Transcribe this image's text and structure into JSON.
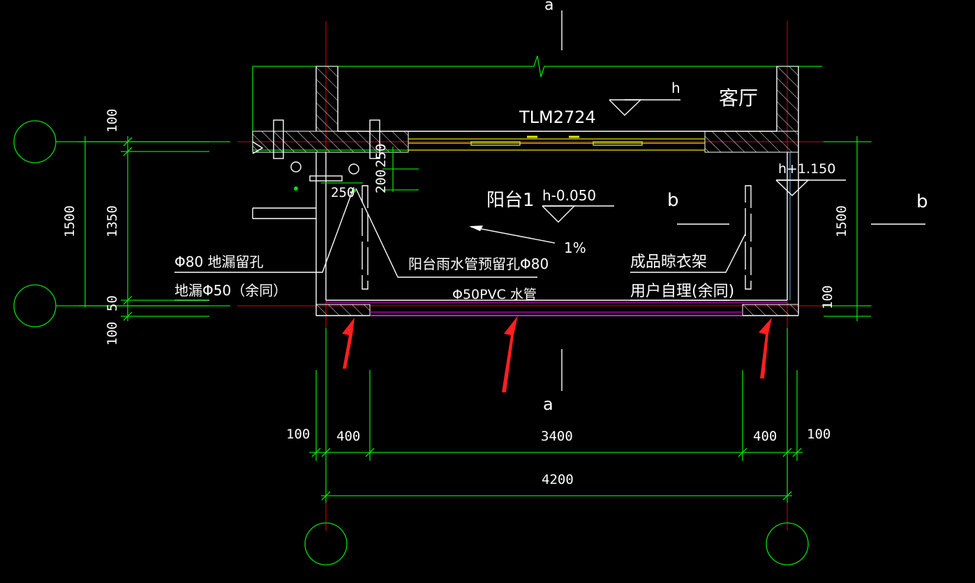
{
  "drawing": {
    "door_code": "TLM2724",
    "living_room": "客厅",
    "balcony": "阳台1",
    "level_h": "h",
    "level_balcony": "h-0.050",
    "level_outer": "h+1.150",
    "slope": "1%",
    "axis_a_top": "a",
    "axis_a_bottom": "a",
    "axis_b_mid": "b",
    "axis_b_right": "b",
    "note_floor_hole": "Φ80  地漏留孔",
    "note_floor_drain": "地漏Φ50（余同）",
    "note_rain_pipe": "阳台雨水管预留孔Φ80",
    "note_pvc": "Φ50PVC   水管",
    "note_rack_1": "成品晾衣架",
    "note_rack_2": "用户自理(余同)",
    "dim_250_v": "250",
    "dim_200_v": "200",
    "dim_250_h": "250",
    "left_dims": [
      "100",
      "1500",
      "1350",
      "50",
      "100"
    ],
    "right_dims": [
      "1500",
      "100"
    ],
    "bottom_dims": [
      "100",
      "400",
      "3400",
      "400",
      "100"
    ],
    "total_dim": "4200"
  },
  "colors": {
    "background": "#000000",
    "axis": "#e00000",
    "dimension": "#00e000",
    "wall": "#ffffff",
    "door": "#e8e800",
    "pipe": "#d000d0",
    "arrow": "#ff2020"
  }
}
